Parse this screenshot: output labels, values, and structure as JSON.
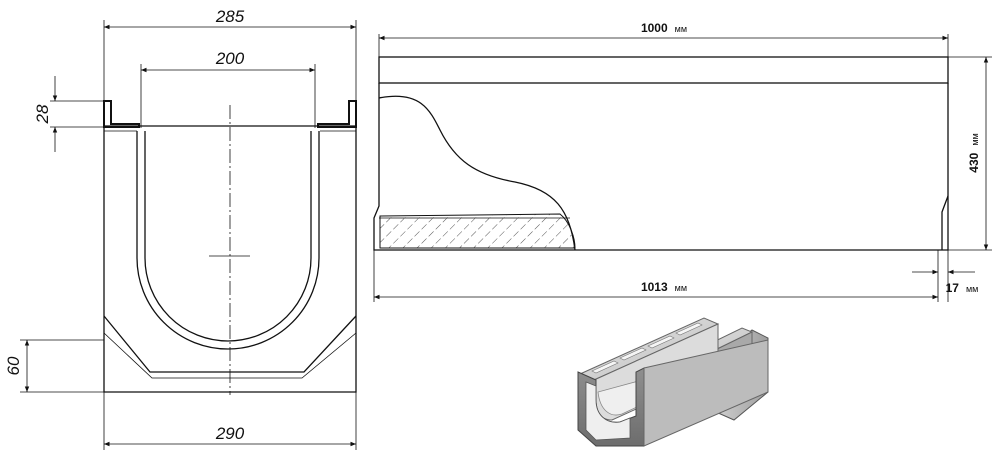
{
  "section_view": {
    "dims": {
      "top_width": "285",
      "inner_width": "200",
      "flange_height": "28",
      "base_height": "60",
      "bottom_width": "290"
    }
  },
  "side_view": {
    "dims": {
      "length": "1000",
      "length_unit": "мм",
      "height": "430",
      "height_unit": "мм",
      "total_length": "1013",
      "total_length_unit": "мм",
      "offset": "17",
      "offset_unit": "мм"
    }
  },
  "isometric_view": {
    "label": ""
  }
}
